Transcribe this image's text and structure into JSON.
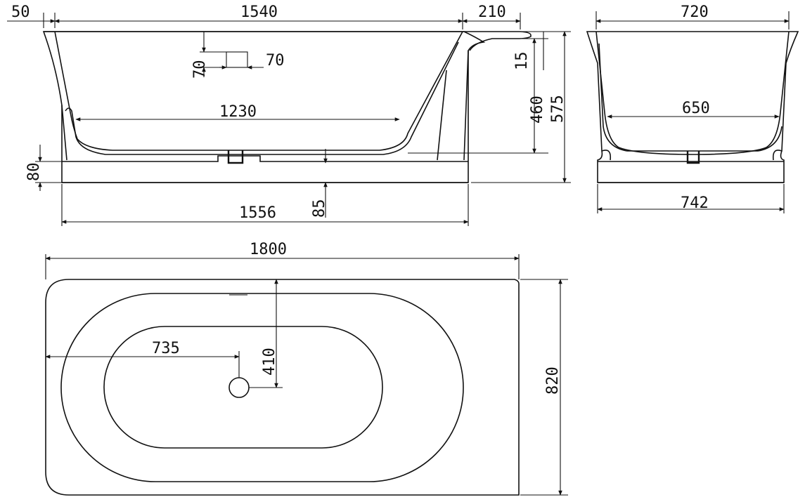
{
  "colors": {
    "line": "#111111",
    "background": "#ffffff"
  },
  "side_view": {
    "dim_rim_offset": "50",
    "dim_top_length": "1540",
    "dim_end_ledge": "210",
    "dim_rim_thickness": "15",
    "dim_inner_depth": "460",
    "dim_total_height": "575",
    "dim_overflow_height": "70",
    "dim_overflow_width": "70",
    "dim_bottom_length": "1230",
    "dim_plinth_height": "80",
    "dim_drain_height": "85",
    "dim_base_length": "1556"
  },
  "end_view": {
    "dim_top_width": "720",
    "dim_bottom_width": "650",
    "dim_base_width": "742"
  },
  "top_view": {
    "dim_total_length": "1800",
    "dim_drain_x": "735",
    "dim_drain_y": "410",
    "dim_total_width": "820"
  }
}
